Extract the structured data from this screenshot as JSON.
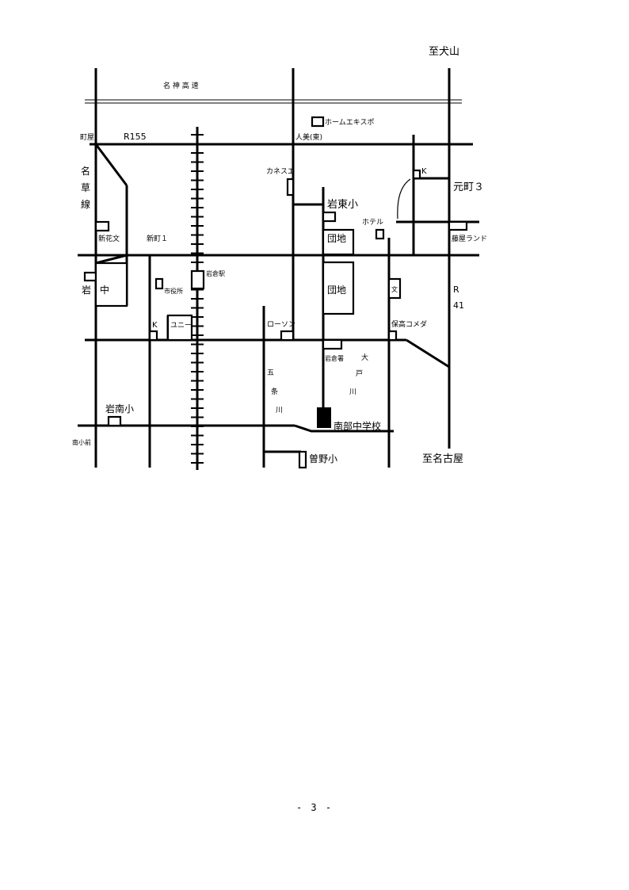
{
  "map": {
    "labels": {
      "to_inuyama": "至犬山",
      "meishin": "名 神 高 速",
      "home_expo": "ホームエキスポ",
      "hitomi": "人美(東)",
      "machiya": "町屋",
      "r155": "R155",
      "kanesue": "カネスエ",
      "iwahigashi": "岩東小",
      "hotel": "ホテル",
      "k_ne": "K",
      "motomachi": "元町３",
      "meitetsu_1": "名",
      "meitetsu_2": "草",
      "meitetsu_3": "線",
      "danchi_upper": "団地",
      "danchi_lower": "団地",
      "hanaya_bun": "新花文",
      "shinmachi1": "新町１",
      "dora_land": "藤屋ランド",
      "iwa": "岩",
      "naka": "中",
      "city_hall": "市役所",
      "station": "岩倉駅",
      "bun": "文",
      "r41_a": "R",
      "r41_b": "41",
      "k_w": "K",
      "yunii": "ユニー",
      "lawson": "ローソン",
      "komeda": "保高コメダ",
      "chubu_1": "五",
      "chubu_2": "条",
      "chubu_3": "川",
      "police": "岩倉署",
      "ogawa_1": "大",
      "ogawa_2": "戸",
      "ogawa_3": "川",
      "iwaminami": "岩南小",
      "school": "南部中学校",
      "minami_kosen": "南小前",
      "sono": "曽野小",
      "to_nagoya": "至名古屋"
    }
  },
  "footer": {
    "page_number": "- 3 -"
  }
}
